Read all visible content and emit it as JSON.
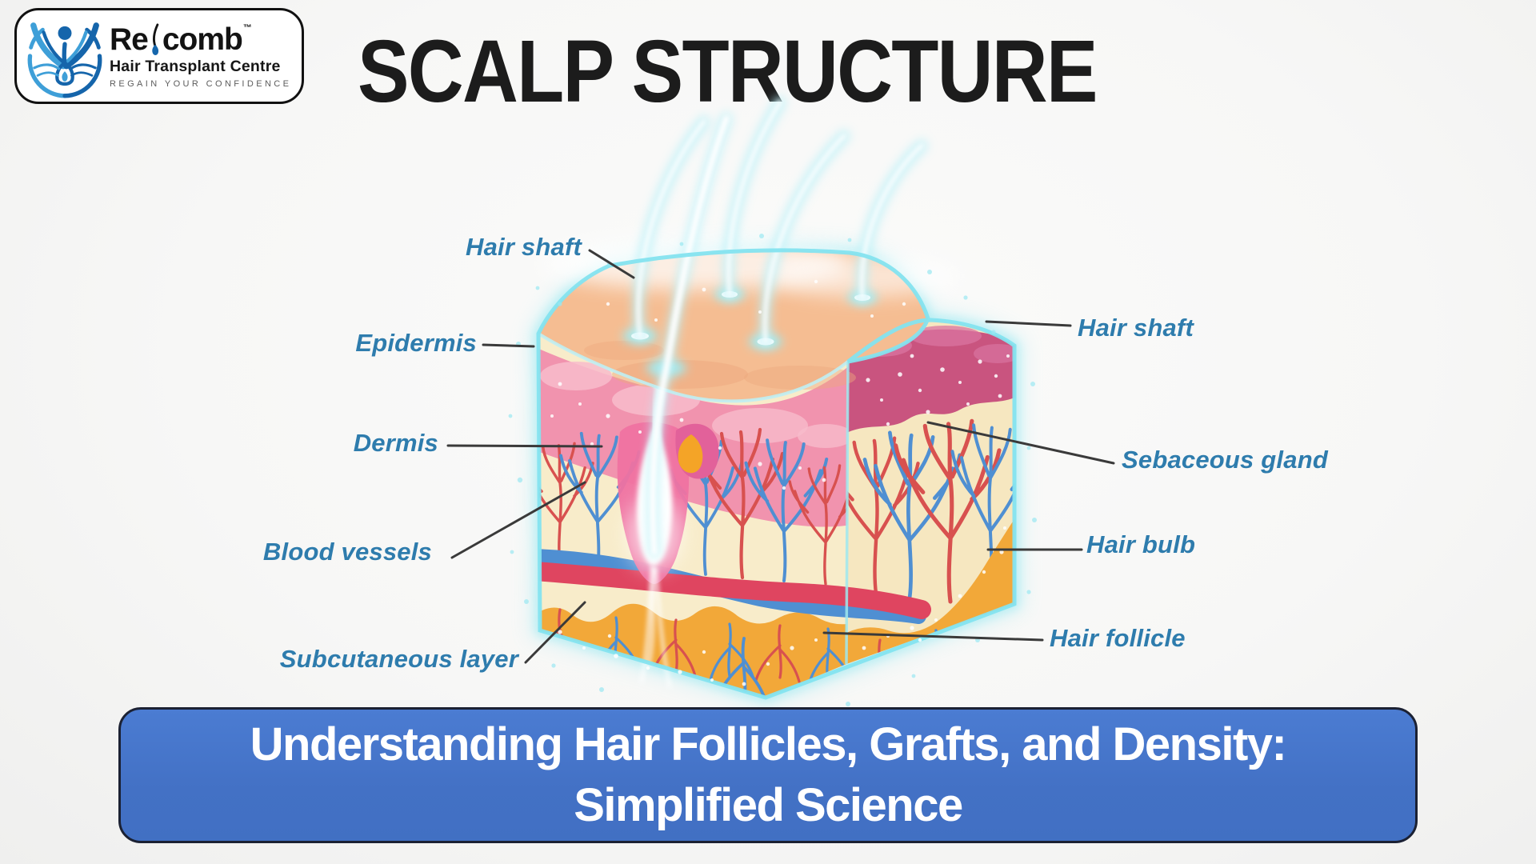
{
  "logo": {
    "brand_prefix": "Re",
    "brand_suffix": "comb",
    "trademark": "™",
    "subtitle": "Hair Transplant Centre",
    "tagline": "REGAIN YOUR CONFIDENCE"
  },
  "title": "SCALP STRUCTURE",
  "diagram": {
    "labels_left": [
      {
        "label": "Hair shaft"
      },
      {
        "label": "Epidermis"
      },
      {
        "label": "Dermis"
      },
      {
        "label": "Blood vessels"
      },
      {
        "label": "Subcutaneous layer"
      }
    ],
    "labels_right": [
      {
        "label": "Hair shaft"
      },
      {
        "label": "Sebaceous gland"
      },
      {
        "label": "Hair bulb"
      },
      {
        "label": "Hair follicle"
      }
    ]
  },
  "banner": {
    "line1": "Understanding Hair Follicles, Grafts, and Density:",
    "line2": "Simplified Science"
  },
  "colors": {
    "label_blue": "#2e7cad",
    "banner_blue": "#4472c4",
    "banner_border": "#1b2133",
    "logo_dark_blue": "#1565ab",
    "logo_light_blue": "#3e9fd8",
    "skin_peach": "#f5bd92",
    "epidermis_pink": "#f193ae",
    "epidermis_magenta": "#c9547f",
    "dermis_cream": "#f8ecca",
    "vessel_red": "#d8514f",
    "vessel_blue": "#4f8fd2",
    "subcutaneous_orange": "#f2a839",
    "outline_cyan": "#84e3ef",
    "leader_line": "#3a3a3a",
    "title_black": "#1c1c1c"
  }
}
